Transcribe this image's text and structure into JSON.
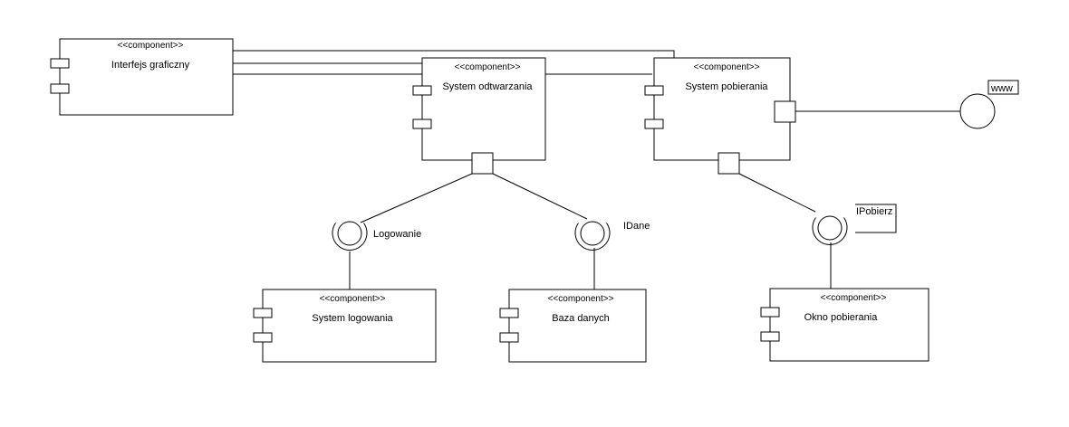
{
  "diagram": {
    "components": [
      {
        "id": "gui",
        "stereotype": "<<component>>",
        "name": "Interfejs graficzny"
      },
      {
        "id": "playback",
        "stereotype": "<<component>>",
        "name": "System odtwarzania"
      },
      {
        "id": "download",
        "stereotype": "<<component>>",
        "name": "System pobierania"
      },
      {
        "id": "login",
        "stereotype": "<<component>>",
        "name": "System logowania"
      },
      {
        "id": "database",
        "stereotype": "<<component>>",
        "name": "Baza danych"
      },
      {
        "id": "download_window",
        "stereotype": "<<component>>",
        "name": "Okno pobierania"
      }
    ],
    "interfaces": [
      {
        "id": "logowanie",
        "label": "Logowanie"
      },
      {
        "id": "idane",
        "label": "IDane"
      },
      {
        "id": "ipobierz",
        "label": "IPobierz"
      },
      {
        "id": "www",
        "label": "www"
      }
    ],
    "colors": {
      "stroke": "#000000",
      "fill": "#ffffff"
    }
  }
}
